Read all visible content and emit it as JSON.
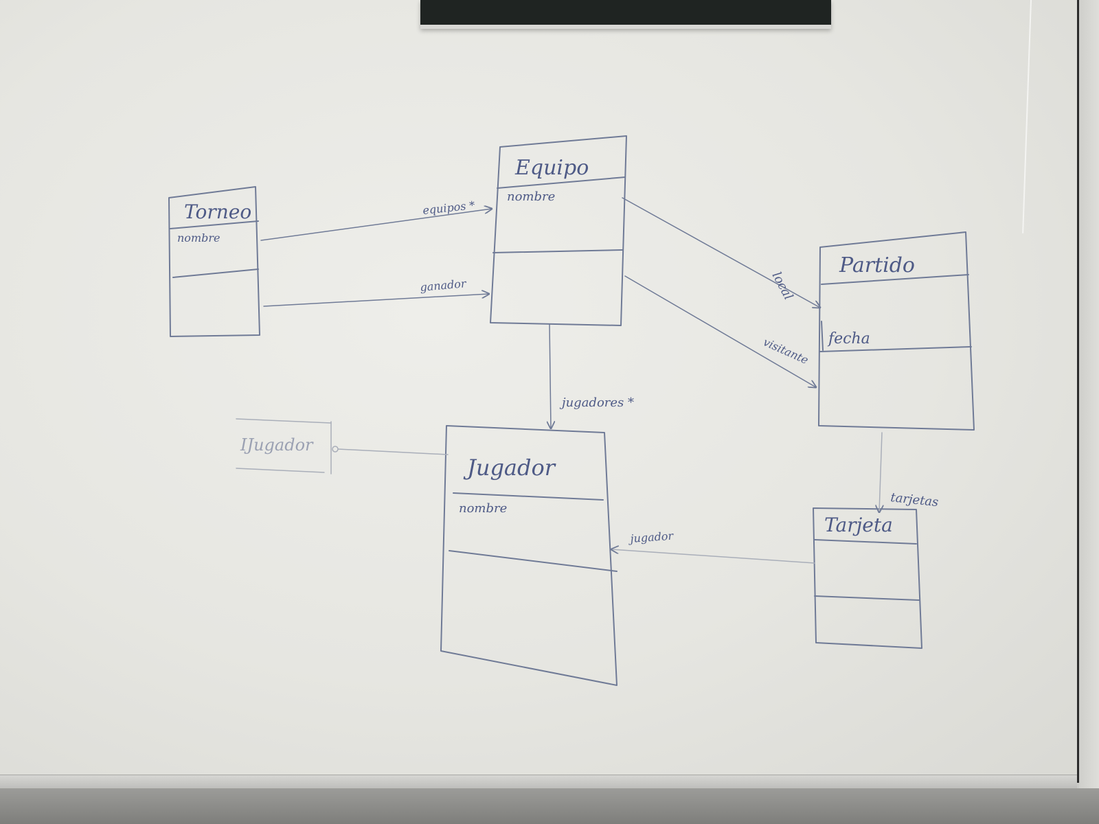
{
  "diagram": {
    "classes": {
      "torneo": {
        "name": "Torneo",
        "attribute": "nombre"
      },
      "equipo": {
        "name": "Equipo",
        "attribute": "nombre"
      },
      "partido": {
        "name": "Partido",
        "attribute": "fecha"
      },
      "jugador": {
        "name": "Jugador",
        "attribute": "nombre"
      },
      "tarjeta": {
        "name": "Tarjeta",
        "attribute": ""
      },
      "ijugador": {
        "name": "IJugador"
      }
    },
    "associations": {
      "equipos": "equipos *",
      "ganador": "ganador",
      "local": "local",
      "visitante": "visitante",
      "jugadores": "jugadores *",
      "tarjetas": "tarjetas",
      "jugador": "jugador"
    }
  },
  "colors": {
    "ink": "#4e5a86",
    "board": "#e9e9e5",
    "line": "#6f7a96"
  }
}
